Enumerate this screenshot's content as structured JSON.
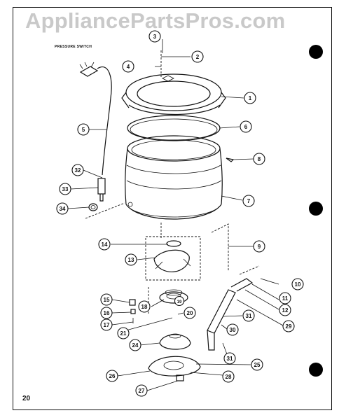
{
  "watermark": "AppliancePartsPros.com",
  "page_number": "20",
  "pressure_switch_label": "PRESSURE SWITCH",
  "callouts": [
    "1",
    "2",
    "3",
    "4",
    "5",
    "6",
    "7",
    "8",
    "9",
    "10",
    "11",
    "12",
    "13",
    "14",
    "15",
    "16",
    "17",
    "18",
    "19",
    "20",
    "21",
    "24",
    "25",
    "26",
    "27",
    "28",
    "29",
    "30",
    "31",
    "31",
    "32",
    "33",
    "34"
  ]
}
